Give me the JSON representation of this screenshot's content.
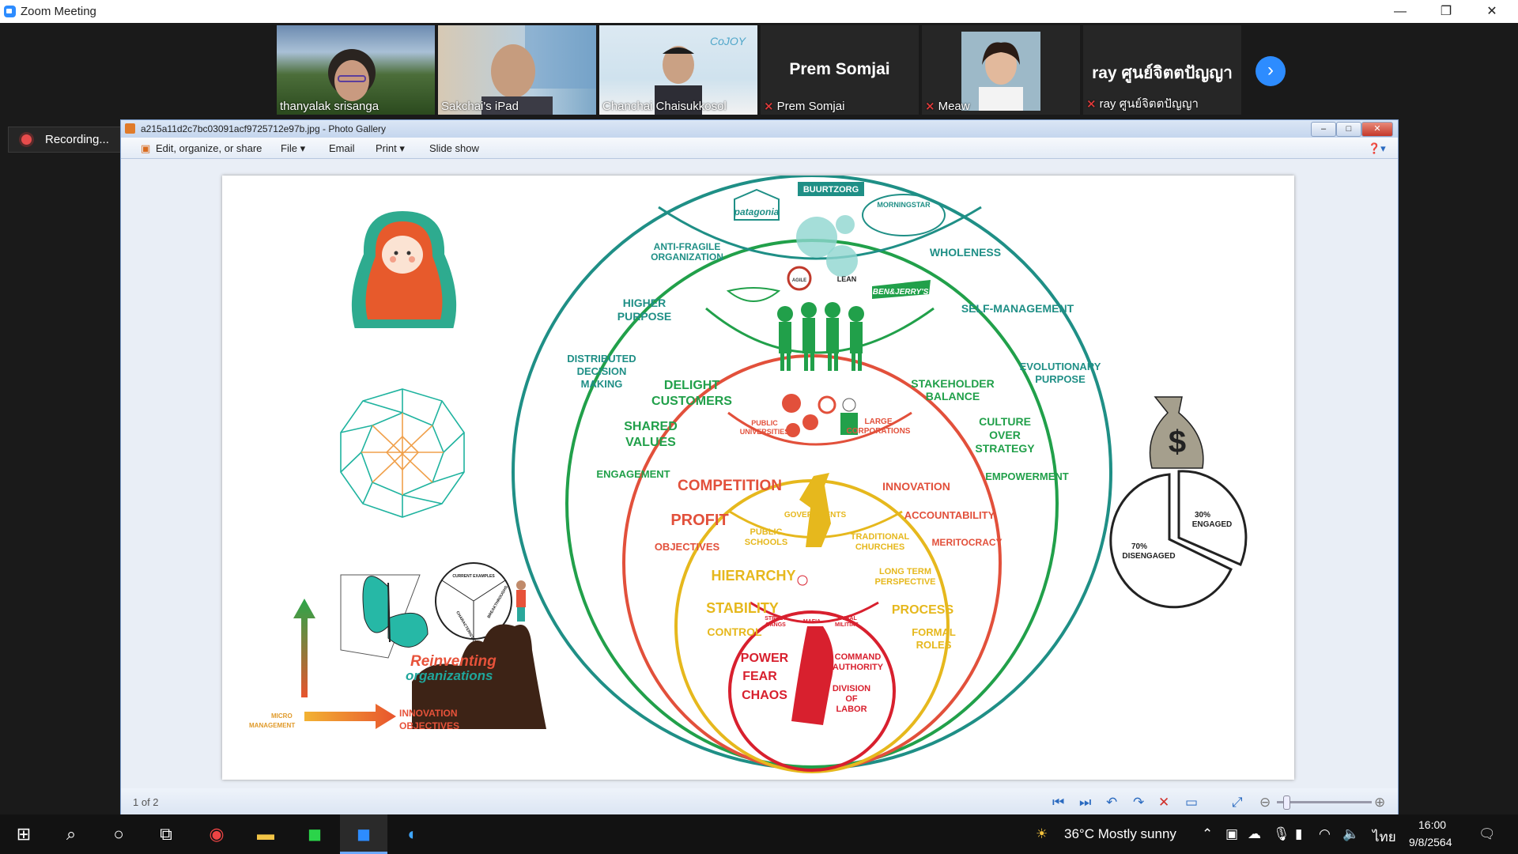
{
  "zoom": {
    "title": "Zoom Meeting",
    "recording": "Recording...",
    "participants": [
      {
        "name": "thanyalak srisanga",
        "muted": false,
        "video": true
      },
      {
        "name": "Sakchai's iPad",
        "muted": false,
        "video": true
      },
      {
        "name": "Chanchai Chaisukkosol",
        "muted": false,
        "video": true
      },
      {
        "name": "Prem Somjai",
        "display": "Prem Somjai",
        "muted": true,
        "video": false
      },
      {
        "name": "Meaw",
        "muted": true,
        "video": true
      },
      {
        "name": "ray ศูนย์จิตตปัญญา",
        "display": "ray ศูนย์จิตตปัญญา",
        "muted": true,
        "video": false
      }
    ],
    "tile3_logo": "CoJOY"
  },
  "gallery": {
    "title": "a215a11d2c7bc03091acf9725712e97b.jpg - Photo Gallery",
    "menu": {
      "edit": "Edit, organize, or share",
      "file": "File",
      "email": "Email",
      "print": "Print",
      "slideshow": "Slide show"
    },
    "counter": "1 of 2"
  },
  "image": {
    "logos": [
      "BUURTZORG",
      "MORNINGSTAR",
      "patagonia",
      "BEN&JERRY'S",
      "AGILE",
      "LEAN"
    ],
    "teal": [
      "ANTI-FRAGILE",
      "ORGANIZATION",
      "WHOLENESS",
      "HIGHER",
      "PURPOSE",
      "SELF-MANAGEMENT",
      "DISTRIBUTED",
      "DECISION",
      "MAKING",
      "EVOLUTIONARY",
      "PURPOSE"
    ],
    "green": [
      "DELIGHT",
      "CUSTOMERS",
      "STAKEHOLDER",
      "BALANCE",
      "SHARED",
      "VALUES",
      "CULTURE",
      "OVER",
      "STRATEGY",
      "ENGAGEMENT",
      "EMPOWERMENT"
    ],
    "orange": [
      "PUBLIC",
      "UNIVERSITIES",
      "LARGE",
      "CORPORATIONS",
      "COMPETITION",
      "INNOVATION",
      "PROFIT",
      "ACCOUNTABILITY",
      "OBJECTIVES",
      "MERITOCRACY"
    ],
    "amber": [
      "GOVERNMENTS",
      "PUBLIC",
      "SCHOOLS",
      "TRADITIONAL",
      "CHURCHES",
      "HIERARCHY",
      "LONG TERM",
      "PERSPECTIVE",
      "STABILITY",
      "PROCESS",
      "CONTROL",
      "FORMAL",
      "ROLES"
    ],
    "red": [
      "STREET",
      "GANGS",
      "MAFIA",
      "TRIBAL",
      "MILITIAS",
      "POWER",
      "FEAR",
      "CHAOS",
      "COMMAND",
      "AUTHORITY",
      "DIVISION",
      "OF",
      "LABOR"
    ],
    "left_texts": [
      "Reinventing",
      "organizations",
      "MICRO",
      "MANAGEMENT",
      "INNOVATION",
      "OBJECTIVES",
      "CHARACTERISTICS",
      "BREAKTHROUGHS",
      "CURRENT EXAMPLES"
    ],
    "money_symbol": "$",
    "pie": {
      "engaged": "30%",
      "engaged_label": "ENGAGED",
      "disengaged": "70%",
      "disengaged_label": "DISENGAGED"
    }
  },
  "taskbar": {
    "weather": "36°C  Mostly sunny",
    "lang": "ไทย",
    "time": "16:00",
    "date": "9/8/2564"
  },
  "colors": {
    "zoom_blue": "#2d8cff",
    "teal": "#1f8f86",
    "green": "#21a04a",
    "orange": "#e2503b",
    "amber": "#e6b81d",
    "red": "#d8202e"
  }
}
